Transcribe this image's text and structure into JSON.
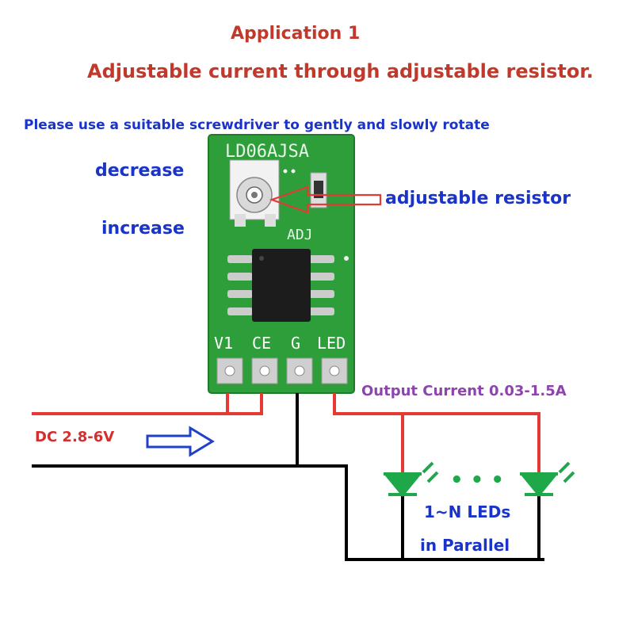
{
  "title": "Application 1",
  "subtitle": "Adjustable current through adjustable resistor.",
  "instruction": "Please use a suitable screwdriver to gently and slowly rotate",
  "labels": {
    "decrease": "decrease",
    "increase": "increase",
    "adjustable_resistor": "adjustable resistor",
    "output_current": "Output Current 0.03-1.5A",
    "input_voltage": "DC 2.8-6V",
    "leds_line1": "1~N LEDs",
    "leds_line2": "in Parallel",
    "ellipsis": "• • •"
  },
  "board": {
    "model": "LD06AJSA",
    "adj_label": "ADJ",
    "pins": [
      "V1",
      "CE",
      "G",
      "LED"
    ],
    "pcb_color": "#2e9e3a"
  },
  "colors": {
    "title": "#c0392b",
    "annotation": "#1a33c8",
    "output": "#8e44ad",
    "positive_wire": "#e53935",
    "negative_wire": "#000000",
    "led": "#1fa84a"
  }
}
